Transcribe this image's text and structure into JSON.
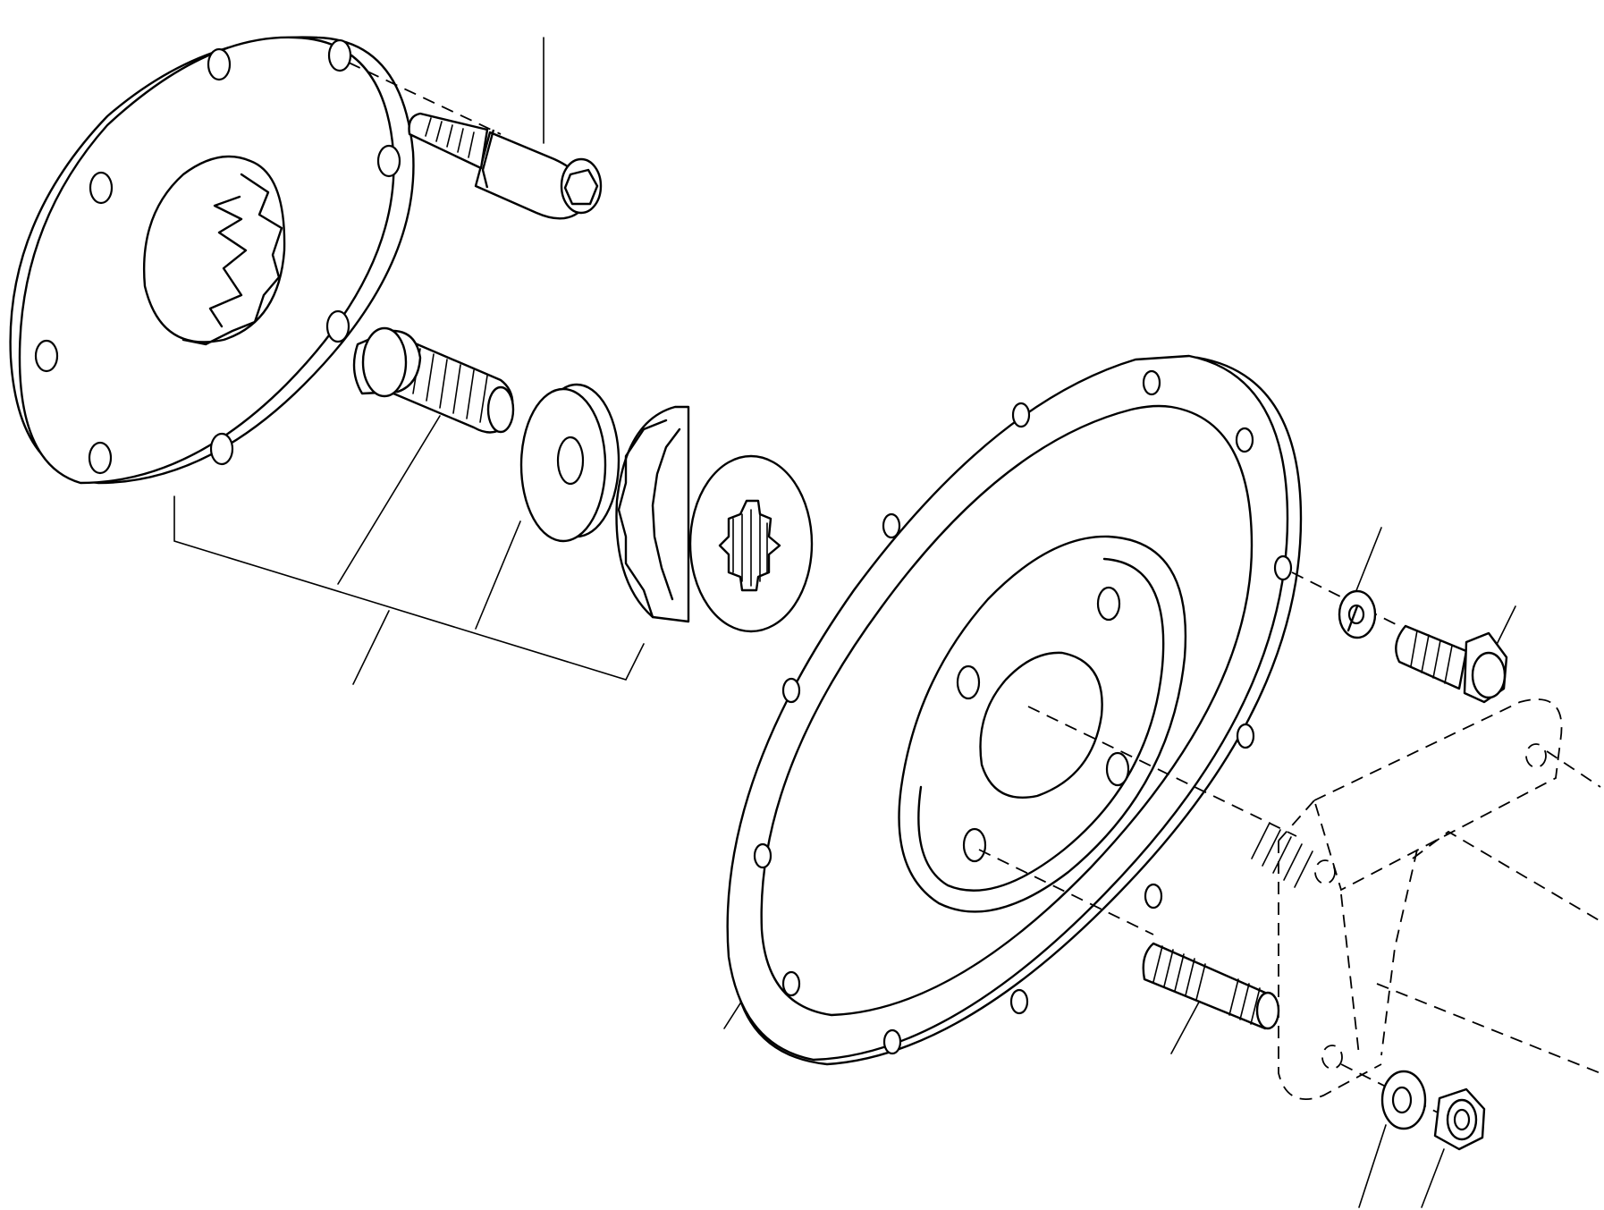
{
  "diagram": {
    "parts": [
      "flex-coupling-disc",
      "cap-screw-upper",
      "cap-screw-lower",
      "washer",
      "splined-hub",
      "flywheel-adapter-plate",
      "lock-washer",
      "hex-bolt",
      "stud",
      "flat-washer",
      "hex-nut",
      "pump-housing-phantom"
    ],
    "leader_count": 10,
    "line_color": "#000000",
    "background": "#ffffff"
  }
}
